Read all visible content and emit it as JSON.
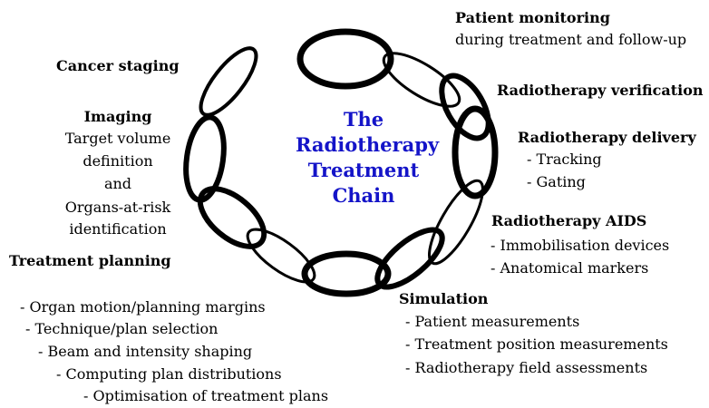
{
  "center_title": [
    "The",
    "Radiotherapy",
    "Treatment",
    "Chain"
  ],
  "patient_monitoring": {
    "title": "Patient monitoring",
    "subtitle": "during treatment and follow-up"
  },
  "rt_verification": {
    "title": "Radiotherapy verification"
  },
  "rt_delivery": {
    "title": "Radiotherapy delivery",
    "items": [
      "- Tracking",
      "- Gating"
    ]
  },
  "rt_aids": {
    "title": "Radiotherapy AIDS",
    "items": [
      "- Immobilisation devices",
      "- Anatomical markers"
    ]
  },
  "simulation": {
    "title": "Simulation",
    "items": [
      "- Patient measurements",
      "- Treatment position measurements",
      "- Radiotherapy field assessments"
    ]
  },
  "cancer_staging": {
    "title": "Cancer staging"
  },
  "imaging": {
    "title": "Imaging",
    "lines": [
      "Target volume",
      "definition",
      "and",
      "Organs-at-risk",
      "identification"
    ]
  },
  "treatment_planning": {
    "title": "Treatment planning",
    "items": [
      "- Organ motion/planning margins",
      "- Technique/plan selection",
      "- Beam and intensity shaping",
      "- Computing plan distributions",
      "- Optimisation of treatment plans"
    ]
  },
  "colors": {
    "title": "#1414c8",
    "chain": "#000000"
  }
}
